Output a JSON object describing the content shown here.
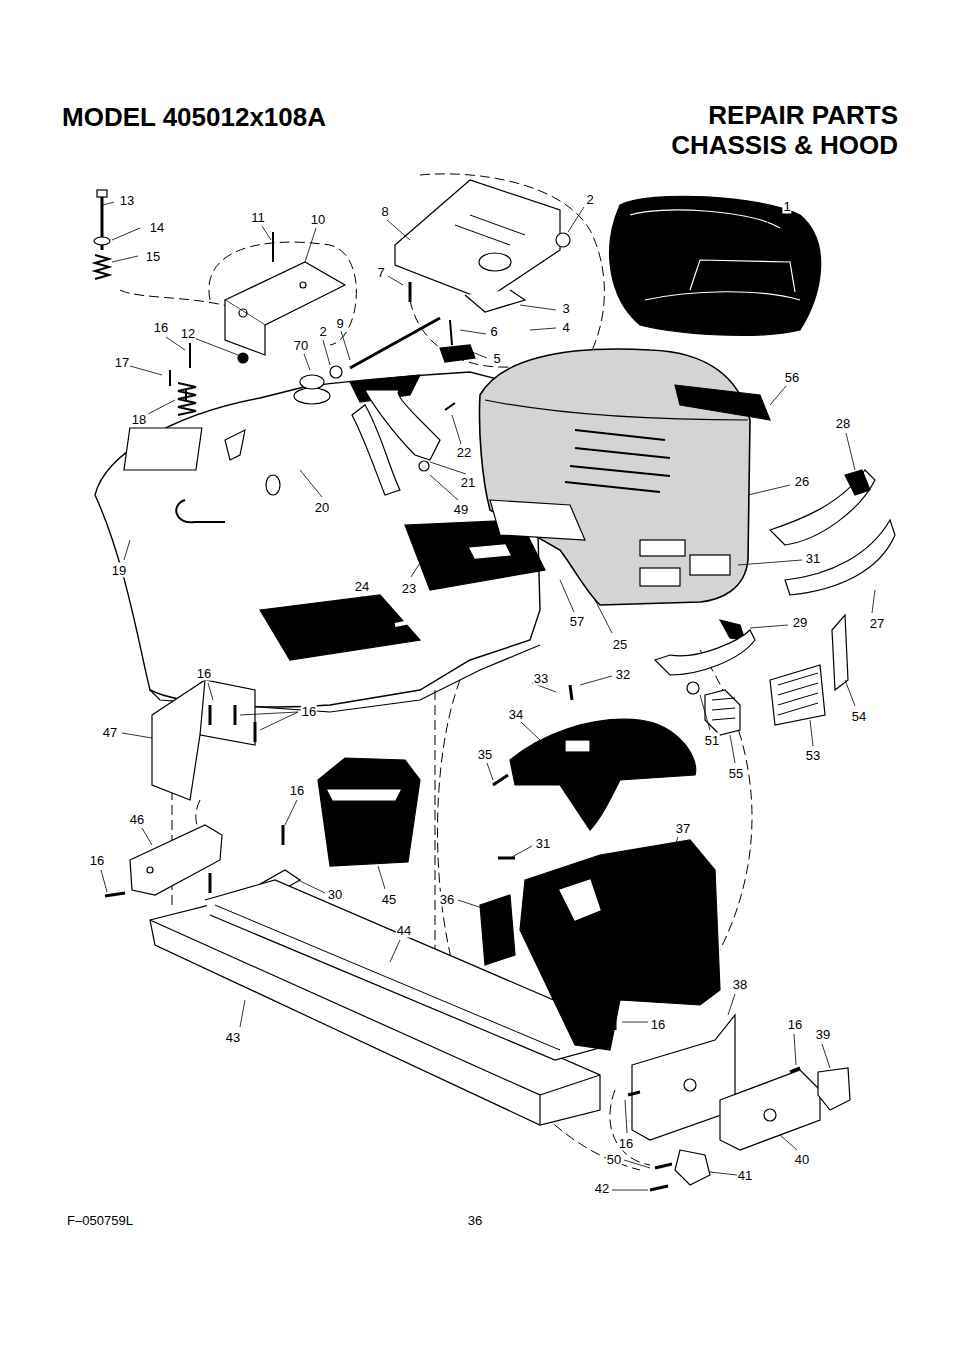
{
  "diagram": {
    "title": "REPAIR PARTS CHASSIS & HOOD",
    "labels": [
      "MODEL 405012x108A",
      "13",
      "14",
      "15",
      "11",
      "10",
      "8",
      "2",
      "1",
      "7",
      "3",
      "4",
      "6",
      "9",
      "2",
      "70",
      "5",
      "16",
      "12",
      "17",
      "18",
      "56",
      "28",
      "22",
      "21",
      "20",
      "49",
      "26",
      "19",
      "31",
      "24",
      "23",
      "57",
      "25",
      "29",
      "27",
      "16",
      "33",
      "32",
      "16",
      "47",
      "34",
      "35",
      "51",
      "55",
      "53",
      "54",
      "16",
      "46",
      "16",
      "31",
      "37",
      "30",
      "45",
      "36",
      "44",
      "43",
      "16",
      "38",
      "16",
      "39",
      "16",
      "40",
      "50",
      "41",
      "42",
      "F–050759L",
      "36"
    ]
  }
}
